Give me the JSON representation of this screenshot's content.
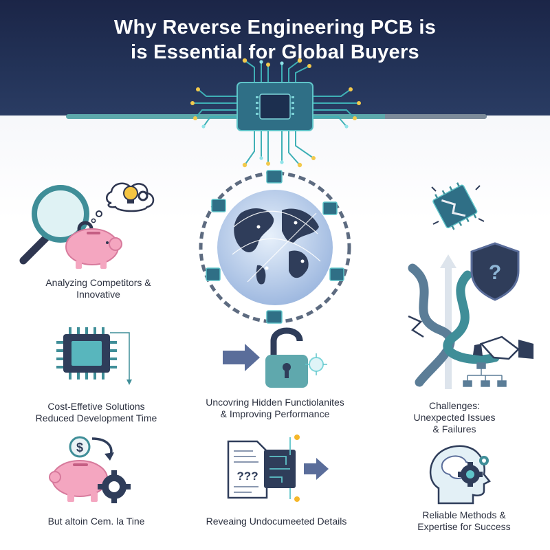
{
  "header": {
    "title_line1": "Why Reverse Engineering PCB is",
    "title_line2": "is Essential for Global Buyers"
  },
  "captions": {
    "left_1_line1": "Analyzing Competitors &",
    "left_1_line2": "Innovative",
    "left_2_line1": "Cost-Effetive Solutions",
    "left_2_line2": "Reduced Development Time",
    "left_3": "But altoin Cem. la Tine",
    "center_2_line1": "Uncovring Hidden Functiolanites",
    "center_2_line2": "& Improving Performance",
    "center_3": "Reveaing Undocumeeted Details",
    "right_2_line1": "Challenges:",
    "right_2_line2": "Unexpected Issues",
    "right_2_line3": "& Failures",
    "right_3_line1": "Reliable Methods &",
    "right_3_line2": "Expertise for Success"
  },
  "icons": {
    "dollar_symbol": "$",
    "question_symbol": "?",
    "document_marks": "???"
  },
  "colors": {
    "header_bg": "#1b2547",
    "teal": "#3f8e98",
    "pink": "#f4a6c0",
    "dark_navy": "#2f3d5a",
    "gold": "#f5b72a"
  }
}
